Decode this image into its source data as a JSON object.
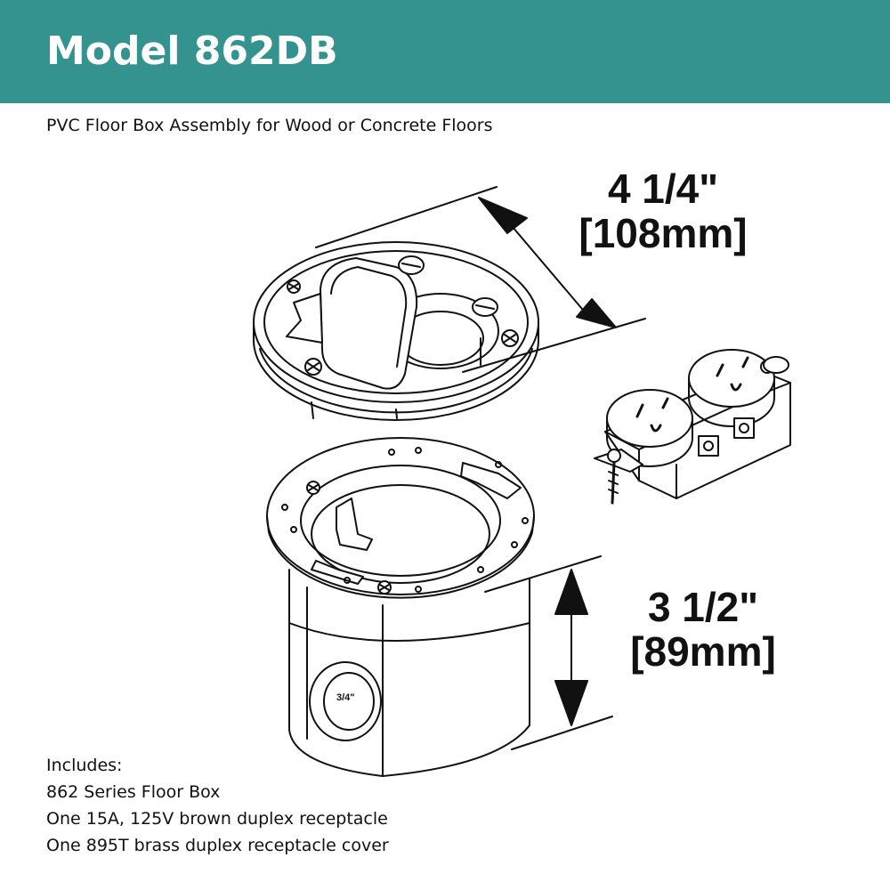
{
  "header": {
    "title": "Model 862DB",
    "subtitle": "PVC Floor Box Assembly for Wood or Concrete Floors"
  },
  "dimensions": {
    "diameter_imperial": "4 1/4\"",
    "diameter_metric": "[108mm]",
    "height_imperial": "3 1/2\"",
    "height_metric": "[89mm]"
  },
  "drawing": {
    "knockout_label": "3/4\""
  },
  "includes": {
    "heading": "Includes:",
    "items": [
      "862 Series Floor Box",
      "One 15A, 125V brown duplex receptacle",
      "One 895T brass duplex receptacle cover"
    ]
  },
  "colors": {
    "banner": "#34928f",
    "banner_text": "#ffffff",
    "line_art": "#111111"
  }
}
